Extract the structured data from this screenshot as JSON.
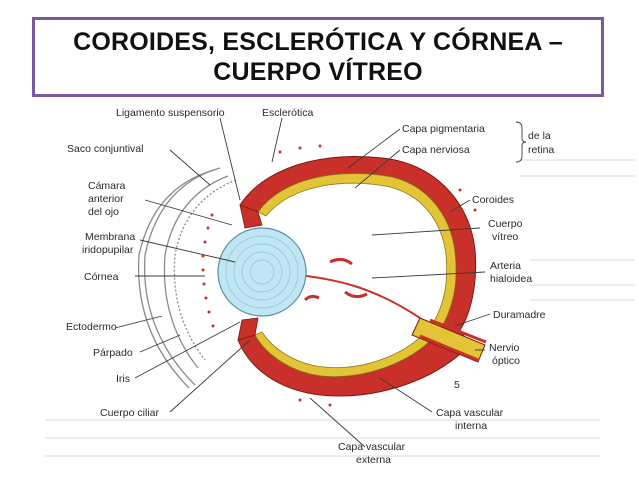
{
  "title": {
    "line1": "COROIDES, ESCLERÓTICA Y CÓRNEA –",
    "line2": "CUERPO VÍTREO"
  },
  "labels": {
    "ligamento_suspensorio": "Ligamento suspensorio",
    "esclerotica": "Esclerótica",
    "capa_pigmentaria": "Capa pigmentaria",
    "capa_nerviosa": "Capa nerviosa",
    "de_la": "de la",
    "retina": "retina",
    "saco_conjuntival": "Saco conjuntival",
    "camara_1": "Cámara",
    "camara_2": "anterior",
    "camara_3": "del ojo",
    "coroides": "Coroides",
    "cuerpo_vitreo_1": "Cuerpo",
    "cuerpo_vitreo_2": "vítreo",
    "membrana_1": "Membrana",
    "membrana_2": "iridopupilar",
    "arteria_1": "Arteria",
    "arteria_2": "hialoidea",
    "cornea": "Córnea",
    "duramadre": "Duramadre",
    "ectodermo": "Ectodermo",
    "parpado": "Párpado",
    "nervio_1": "Nervio",
    "nervio_2": "óptico",
    "iris": "Iris",
    "cuerpo_ciliar": "Cuerpo ciliar",
    "capa_vasc_int_1": "Capa vascular",
    "capa_vasc_int_2": "interna",
    "capa_vasc_ext_1": "Capa vascular",
    "capa_vasc_ext_2": "externa",
    "page_number": "5"
  },
  "colors": {
    "sclera": "#c9302a",
    "pigment": "#e2c436",
    "lens": "#bfe6f2",
    "frame": "#7a5a9c"
  }
}
